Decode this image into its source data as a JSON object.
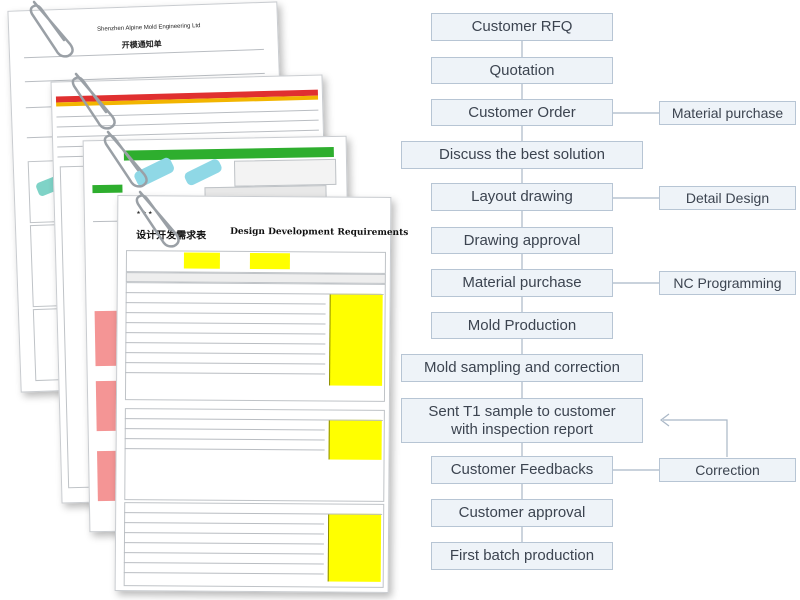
{
  "documents": {
    "doc1": {
      "company_en": "Shenzhen Alpine Mold Engineering Ltd",
      "title_cn": "开模通知单"
    },
    "doc4": {
      "title_cn": "设计开发需求表",
      "title_en": "Design Development Requirements"
    }
  },
  "flow": {
    "steps": [
      "Customer RFQ",
      "Quotation",
      "Customer Order",
      "Discuss the best solution",
      "Layout drawing",
      "Drawing approval",
      "Material purchase",
      "Mold Production",
      "Mold sampling and correction",
      "Sent T1 sample to customer with inspection report",
      "Customer Feedbacks",
      "Customer approval",
      "First batch production"
    ],
    "side_boxes": [
      "Material purchase",
      "Detail Design",
      "NC Programming",
      "Correction"
    ]
  },
  "colors": {
    "box_fill": "#eef3f8",
    "box_border": "#b7c5d4",
    "text": "#3c4450",
    "connector": "#a9b7c6",
    "highlight_yellow": "#ffff00",
    "highlight_pink": "#f49595"
  }
}
